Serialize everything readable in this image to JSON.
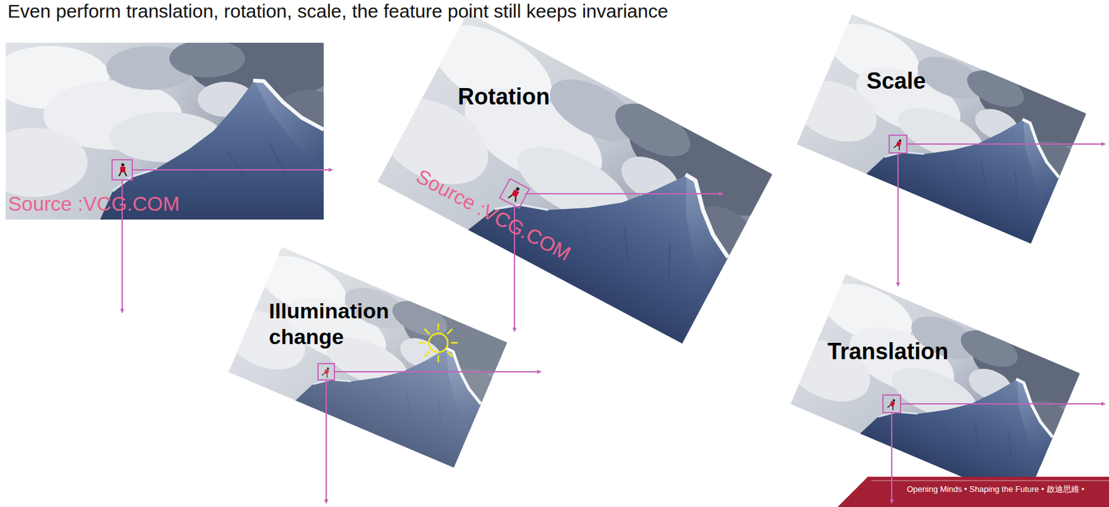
{
  "diagram": {
    "title": "Even perform translation, rotation, scale, the feature point still keeps invariance",
    "labels": [
      "Source :VCG.COM",
      "Rotation",
      "Source :VCG.COM",
      "Scale",
      "Illumination change",
      "Translation",
      "Opening Minds • Shaping the Future • 啟迪思維 •"
    ]
  }
}
